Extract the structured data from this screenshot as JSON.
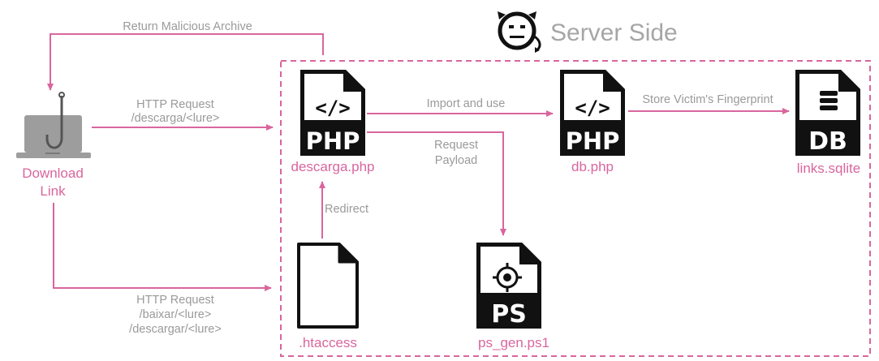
{
  "header": {
    "title": "Server Side"
  },
  "colors": {
    "accent": "#d9669e",
    "muted": "#9a9a9a",
    "icon": "#111111",
    "laptop": "#999999"
  },
  "client": {
    "label_line1": "Download",
    "label_line2": "Link",
    "icon": "laptop-phishing-hook-icon"
  },
  "arrows": {
    "return_archive": "Return Malicious Archive",
    "http_request_1_line1": "HTTP Request",
    "http_request_1_line2": "/descarga/<lure>",
    "http_request_2_line1": "HTTP Request",
    "http_request_2_line2": "/baixar/<lure>",
    "http_request_2_line3": "/descargar/<lure>",
    "import_use": "Import and use",
    "store_fingerprint": "Store Victim's Fingerprint",
    "request_payload_line1": "Request",
    "request_payload_line2": "Payload",
    "redirect": "Redirect"
  },
  "files": {
    "descarga": {
      "name": "descarga.php",
      "badge": "PHP",
      "tag": "</>"
    },
    "db": {
      "name": "db.php",
      "badge": "PHP",
      "tag": "</>"
    },
    "sqlite": {
      "name": "links.sqlite",
      "badge": "DB"
    },
    "htaccess": {
      "name": ".htaccess"
    },
    "ps": {
      "name": "ps_gen.ps1",
      "badge": "PS"
    }
  }
}
